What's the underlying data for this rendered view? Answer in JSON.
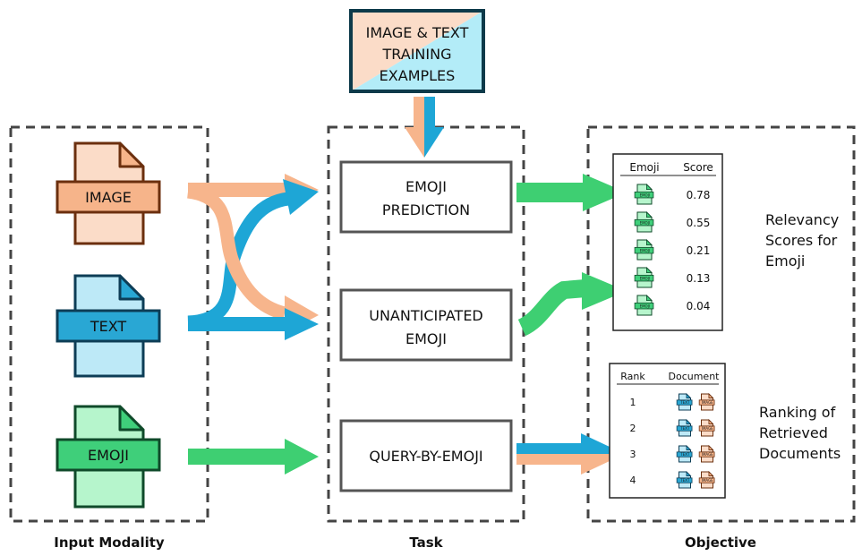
{
  "colors": {
    "image_fill": "#fbdcc8",
    "image_band": "#f6b48a",
    "image_stroke": "#6b2f0e",
    "text_fill": "#bde9f7",
    "text_band": "#29a7d4",
    "text_stroke": "#0d3d56",
    "emoji_fill": "#b6f5cc",
    "emoji_band": "#3fcf7a",
    "emoji_stroke": "#0f4a2a",
    "orange_arrow": "#f7b58c",
    "blue_arrow": "#1ea6d6",
    "green_arrow": "#3ecf72"
  },
  "training": {
    "lines": [
      "IMAGE & TEXT",
      "TRAINING",
      "EXAMPLES"
    ]
  },
  "inputs": {
    "image": "IMAGE",
    "text": "TEXT",
    "emoji": "EMOJI"
  },
  "tasks": {
    "emoji_prediction": [
      "EMOJI",
      "PREDICTION"
    ],
    "unanticipated": [
      "UNANTICIPATED",
      "EMOJI"
    ],
    "query": "QUERY-BY-EMOJI"
  },
  "scores_table": {
    "header_emoji": "Emoji",
    "header_score": "Score",
    "icon_label": "EMOJI",
    "scores": [
      "0.78",
      "0.55",
      "0.21",
      "0.13",
      "0.04"
    ]
  },
  "relevancy": [
    "Relevancy",
    "Scores for",
    "Emoji"
  ],
  "rank_table": {
    "header_rank": "Rank",
    "header_document": "Document",
    "ranks": [
      "1",
      "2",
      "3",
      "4"
    ],
    "doc_text_label": "TEXT",
    "doc_image_label": "IMAGE"
  },
  "ranking": [
    "Ranking of",
    "Retrieved",
    "Documents"
  ],
  "captions": {
    "input": "Input Modality",
    "task": "Task",
    "objective": "Objective"
  }
}
